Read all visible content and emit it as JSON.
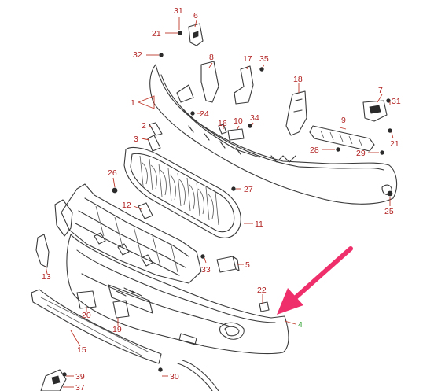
{
  "diagram": {
    "callouts": [
      "31",
      "6",
      "21",
      "32",
      "8",
      "17",
      "35",
      "1",
      "24",
      "18",
      "7",
      "31",
      "2",
      "16",
      "10",
      "34",
      "9",
      "21",
      "3",
      "28",
      "29",
      "26",
      "27",
      "25",
      "12",
      "11",
      "13",
      "33",
      "5",
      "22",
      "20",
      "19",
      "4",
      "15",
      "39",
      "30",
      "37"
    ],
    "highlight_part": "4",
    "colors": {
      "line": "#3a3a3a",
      "callout": "#b22222",
      "highlight_label": "#2e9e2e",
      "arrow": "#ee2f6b"
    }
  }
}
